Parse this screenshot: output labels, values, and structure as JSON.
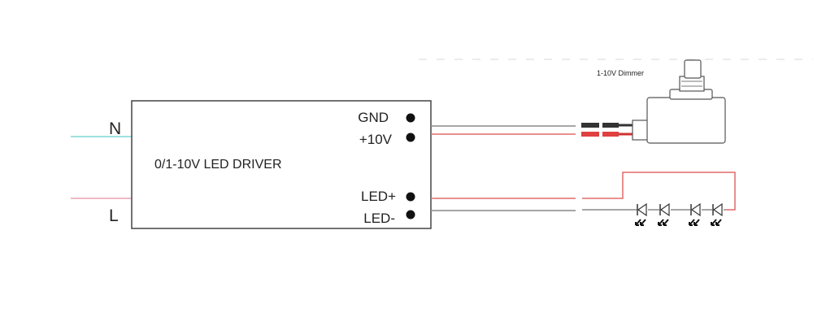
{
  "inputs": {
    "neutral_label": "N",
    "line_label": "L"
  },
  "driver": {
    "title": "0/1-10V LED DRIVER",
    "terminals": {
      "gnd": "GND",
      "ten_v": "+10V",
      "led_plus": "LED+",
      "led_minus": "LED-"
    }
  },
  "dimmer": {
    "label": "1-10V Dimmer"
  },
  "led_string": {
    "led_count": 4
  },
  "colors": {
    "neutral_wire": "#9fe0e0",
    "line_wire": "#f0b8c4",
    "red_wire": "#e04040",
    "black_wire": "#555555",
    "outline": "#444444"
  }
}
